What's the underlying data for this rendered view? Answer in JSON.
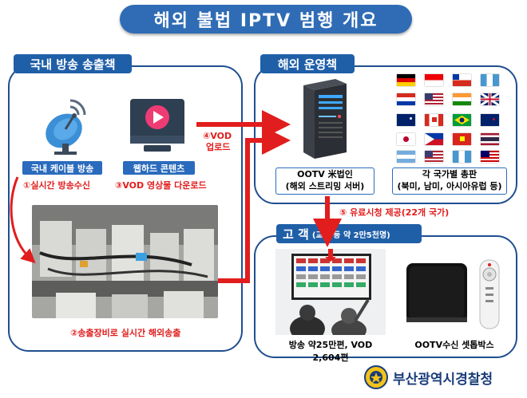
{
  "title": "해외 불법 IPTV 범행 개요",
  "domestic": {
    "heading": "국내 방송 송출책",
    "cable_label": "국내 케이블 방송",
    "webhard_label": "웹하드 콘텐츠",
    "step1": "①실시간 방송수신",
    "step3": "③VOD 영상물 다운로드",
    "step2": "②송출장비로 실시간 해외송출"
  },
  "step4": [
    "④VOD",
    "업로드"
  ],
  "overseas": {
    "heading": "해외 운영책",
    "server_label": [
      "OOTV 米법인",
      "(해외 스트리밍 서버)"
    ],
    "dealer_label": [
      "각 국가별 총판",
      "(북미, 남미, 아시아유럽 등)"
    ],
    "flags": [
      "germany",
      "indonesia",
      "chile",
      "guatemala",
      "paraguay",
      "usa",
      "india",
      "uk",
      "australia",
      "canada",
      "brazil",
      "new-zealand",
      "japan",
      "philippines",
      "vietnam",
      "thailand",
      "argentina",
      "usa",
      "guatemala",
      "malaysia"
    ]
  },
  "step5": "⑤ 유료시청 제공(22개 국가)",
  "customers": {
    "heading": "고 객",
    "sub": "(교민 등 약 2만5천명)",
    "tv_caption": "방송 약25만편, VOD 2,604편",
    "box_caption": "OOTV수신 셋톱박스"
  },
  "police": "부산광역시경찰청",
  "colors": {
    "accent": "#2f6cb5",
    "arrow": "#e11d1d",
    "panel_border": "#1f4f8f"
  }
}
